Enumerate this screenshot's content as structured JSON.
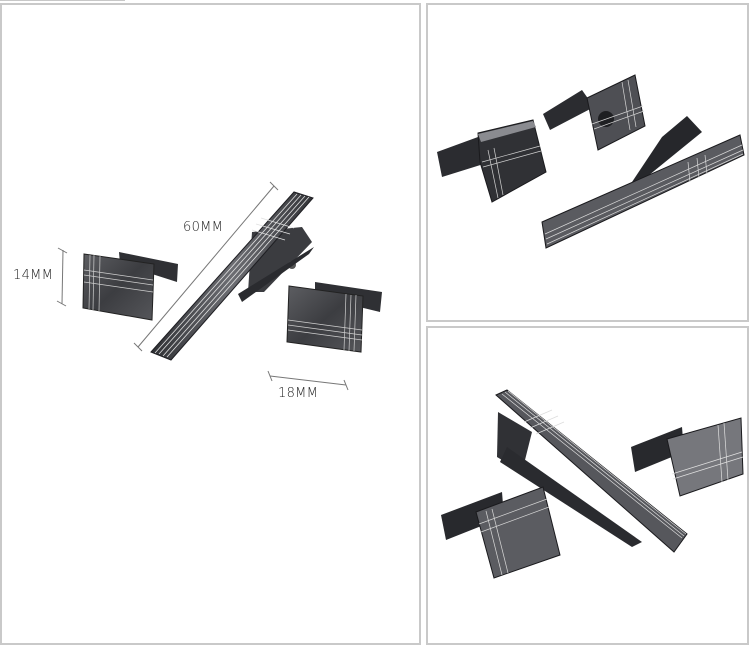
{
  "collage": {
    "panels": [
      {
        "id": "main",
        "description": "Tie clip and cufflinks set with dimension annotations"
      },
      {
        "id": "top-right",
        "description": "Cufflinks and tie clip, angled view"
      },
      {
        "id": "bottom-right",
        "description": "Tie clip with cufflinks, alternate angle"
      }
    ]
  },
  "dimensions": {
    "tie_clip_length": "60MM",
    "cufflink_height": "14MM",
    "cufflink_width": "18MM"
  },
  "colors": {
    "border": "#c9c9c9",
    "metal_dark": "#3a3b3f",
    "metal_mid": "#6b6c70",
    "engraving": "#d8d8d8",
    "dimension_line": "#777777"
  }
}
